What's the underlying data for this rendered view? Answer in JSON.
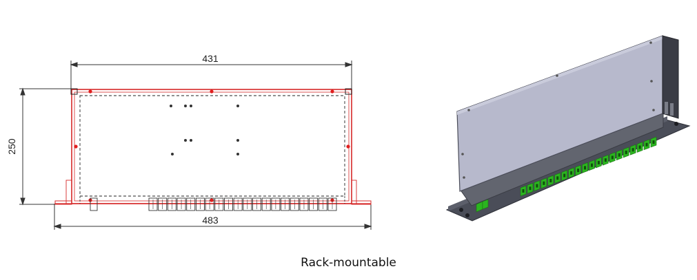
{
  "drawing": {
    "width_dimension": "431",
    "height_dimension": "250",
    "overall_width_dimension": "483",
    "front_port_count": 20,
    "outline_color": "#d62828"
  },
  "render": {
    "panel_color": "#b7b9cc",
    "port_color": "#2bb51f",
    "port_count": 20
  },
  "caption": "Rack-mountable"
}
